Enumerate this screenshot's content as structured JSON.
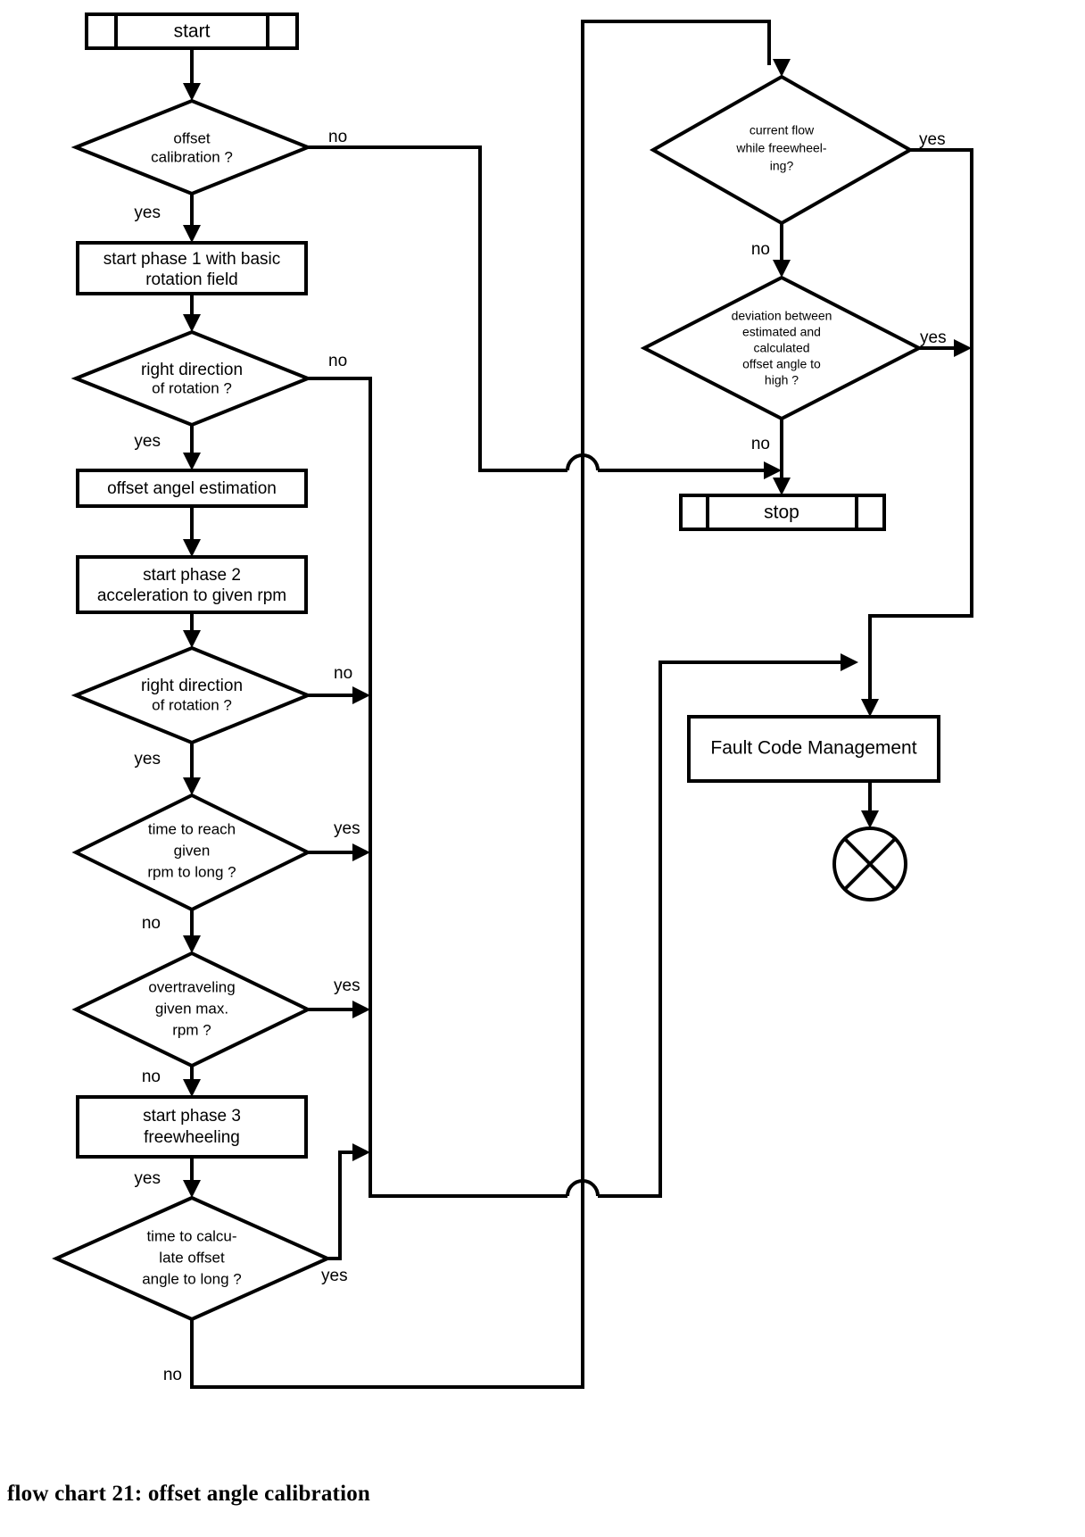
{
  "figure": {
    "caption": "flow chart 21: offset angle calibration",
    "type": "flowchart",
    "background_color": "#ffffff",
    "line_color": "#000000"
  },
  "nodes": {
    "start": {
      "label": "start",
      "shape": "terminator"
    },
    "offset_calibration": {
      "label_lines": [
        "offset",
        "calibration ?"
      ],
      "shape": "decision"
    },
    "phase1": {
      "label_lines": [
        "start phase 1 with basic",
        "rotation field"
      ],
      "shape": "process"
    },
    "right_direction_1": {
      "label_lines": [
        "right direction",
        "of rotation ?"
      ],
      "shape": "decision"
    },
    "offset_angel_estimation": {
      "label_lines": [
        "offset angel estimation"
      ],
      "shape": "process"
    },
    "phase2": {
      "label_lines": [
        "start phase 2",
        "acceleration to given rpm"
      ],
      "shape": "process"
    },
    "right_direction_2": {
      "label_lines": [
        "right direction",
        "of rotation ?"
      ],
      "shape": "decision"
    },
    "time_to_reach": {
      "label_lines": [
        "time to reach",
        "given",
        "rpm to long ?"
      ],
      "shape": "decision"
    },
    "overtraveling": {
      "label_lines": [
        "overtraveling",
        "given max.",
        "rpm ?"
      ],
      "shape": "decision"
    },
    "phase3": {
      "label_lines": [
        "start phase 3",
        "freewheeling"
      ],
      "shape": "process"
    },
    "time_to_calculate": {
      "label_lines": [
        "time to calcu-",
        "late offset",
        "angle to long ?"
      ],
      "shape": "decision"
    },
    "current_flow": {
      "label_lines": [
        "current flow",
        "while freewheel-",
        "ing?"
      ],
      "shape": "decision"
    },
    "deviation": {
      "label_lines": [
        "deviation between",
        "estimated and",
        "calculated",
        "offset angle to",
        "high ?"
      ],
      "shape": "decision"
    },
    "stop": {
      "label": "stop",
      "shape": "terminator"
    },
    "fault_code_management": {
      "label": "Fault Code Management",
      "shape": "process"
    },
    "end_connector": {
      "label": "",
      "shape": "circle-cross"
    }
  },
  "edge_labels": {
    "offset_calibration_no": "no",
    "offset_calibration_yes": "yes",
    "right_direction_1_no": "no",
    "right_direction_1_yes": "yes",
    "right_direction_2_no": "no",
    "right_direction_2_yes": "yes",
    "time_to_reach_yes": "yes",
    "time_to_reach_no": "no",
    "overtraveling_yes": "yes",
    "overtraveling_no": "no",
    "phase3_out": "yes",
    "time_to_calculate_yes": "yes",
    "time_to_calculate_no": "no",
    "current_flow_yes": "yes",
    "current_flow_no": "no",
    "deviation_yes": "yes",
    "deviation_no": "no"
  }
}
